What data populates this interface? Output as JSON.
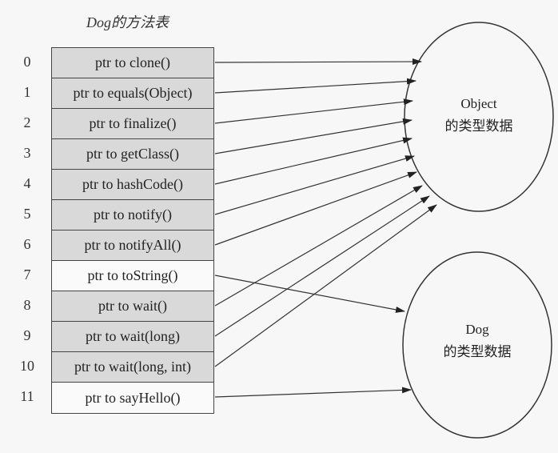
{
  "title": "Dog的方法表",
  "rows": [
    {
      "index": "0",
      "label": "ptr to clone()",
      "target": "object",
      "shaded": true
    },
    {
      "index": "1",
      "label": "ptr to equals(Object)",
      "target": "object",
      "shaded": true
    },
    {
      "index": "2",
      "label": "ptr to finalize()",
      "target": "object",
      "shaded": true
    },
    {
      "index": "3",
      "label": "ptr to getClass()",
      "target": "object",
      "shaded": true
    },
    {
      "index": "4",
      "label": "ptr to hashCode()",
      "target": "object",
      "shaded": true
    },
    {
      "index": "5",
      "label": "ptr to notify()",
      "target": "object",
      "shaded": true
    },
    {
      "index": "6",
      "label": "ptr to notifyAll()",
      "target": "object",
      "shaded": true
    },
    {
      "index": "7",
      "label": "ptr to toString()",
      "target": "dog",
      "shaded": false
    },
    {
      "index": "8",
      "label": "ptr to wait()",
      "target": "object",
      "shaded": true
    },
    {
      "index": "9",
      "label": "ptr to wait(long)",
      "target": "object",
      "shaded": true
    },
    {
      "index": "10",
      "label": "ptr to wait(long, int)",
      "target": "object",
      "shaded": true
    },
    {
      "index": "11",
      "label": "ptr to sayHello()",
      "target": "dog",
      "shaded": false
    }
  ],
  "object_node": {
    "line1": "Object",
    "line2": "的类型数据"
  },
  "dog_node": {
    "line1": "Dog",
    "line2": "的类型数据"
  }
}
